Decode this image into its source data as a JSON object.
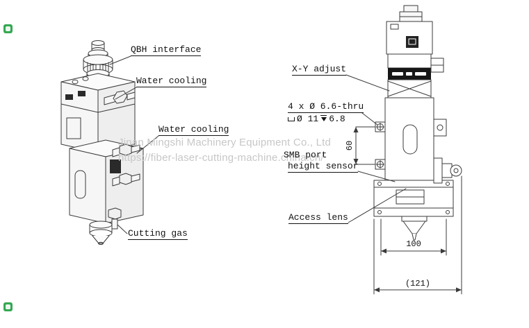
{
  "watermark": {
    "line1": "Jinan Mingshi Machinery Equipment Co., Ltd",
    "line2": "https://fiber-laser-cutting-machine.china.cn/"
  },
  "labels": {
    "qbh_interface": "QBH interface",
    "water_cooling_1": "Water cooling",
    "water_cooling_2": "Water cooling",
    "cutting_gas": "Cutting gas",
    "xy_adjust": "X-Y adjust",
    "hole_note_line1": "4 x Ø 6.6-thru",
    "hole_note_dia": "Ø 11",
    "hole_note_depth": "6.8",
    "smb_port": "SMB port",
    "height_sensor": "height sensor",
    "access_lens": "Access lens"
  },
  "dimensions": {
    "hole_spacing": "60",
    "body_width": "100",
    "overall_width": "(121)"
  }
}
